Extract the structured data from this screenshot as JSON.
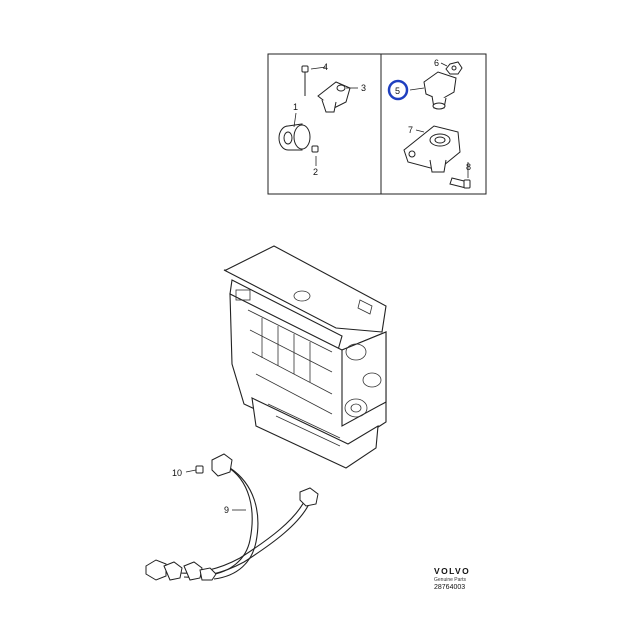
{
  "callouts": {
    "c1": "1",
    "c2": "2",
    "c3": "3",
    "c4": "4",
    "c5": "5",
    "c6": "6",
    "c7": "7",
    "c8": "8",
    "c9": "9",
    "c10": "10"
  },
  "highlight_color": "#1f3fbf",
  "brand": {
    "name": "VOLVO",
    "sub": "Genuine Parts",
    "ref": "28764003"
  }
}
